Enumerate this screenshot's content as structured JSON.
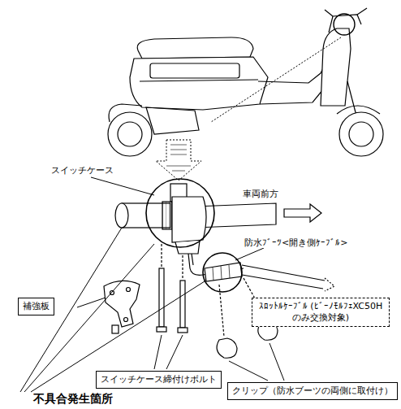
{
  "diagram": {
    "nodes": [
      {
        "text": [
          "補強板"
        ]
      },
      {
        "text": [
          "スイッチケース締付けボルト"
        ]
      },
      {
        "text": [
          "ｽﾛｯﾄﾙｹｰﾌﾞﾙ (ﾋﾞｰﾉﾓﾙﾌｪXC50Hのみ交換対象)"
        ]
      },
      {
        "text": [
          "クリップ（防水ブーツの両側に取付け）"
        ]
      }
    ],
    "labels": [
      "スイッチケース",
      "車両前方",
      "防水ﾌﾞｰﾂ<開き側ｹｰﾌﾞﾙ>",
      "不具合発生箇所"
    ]
  }
}
